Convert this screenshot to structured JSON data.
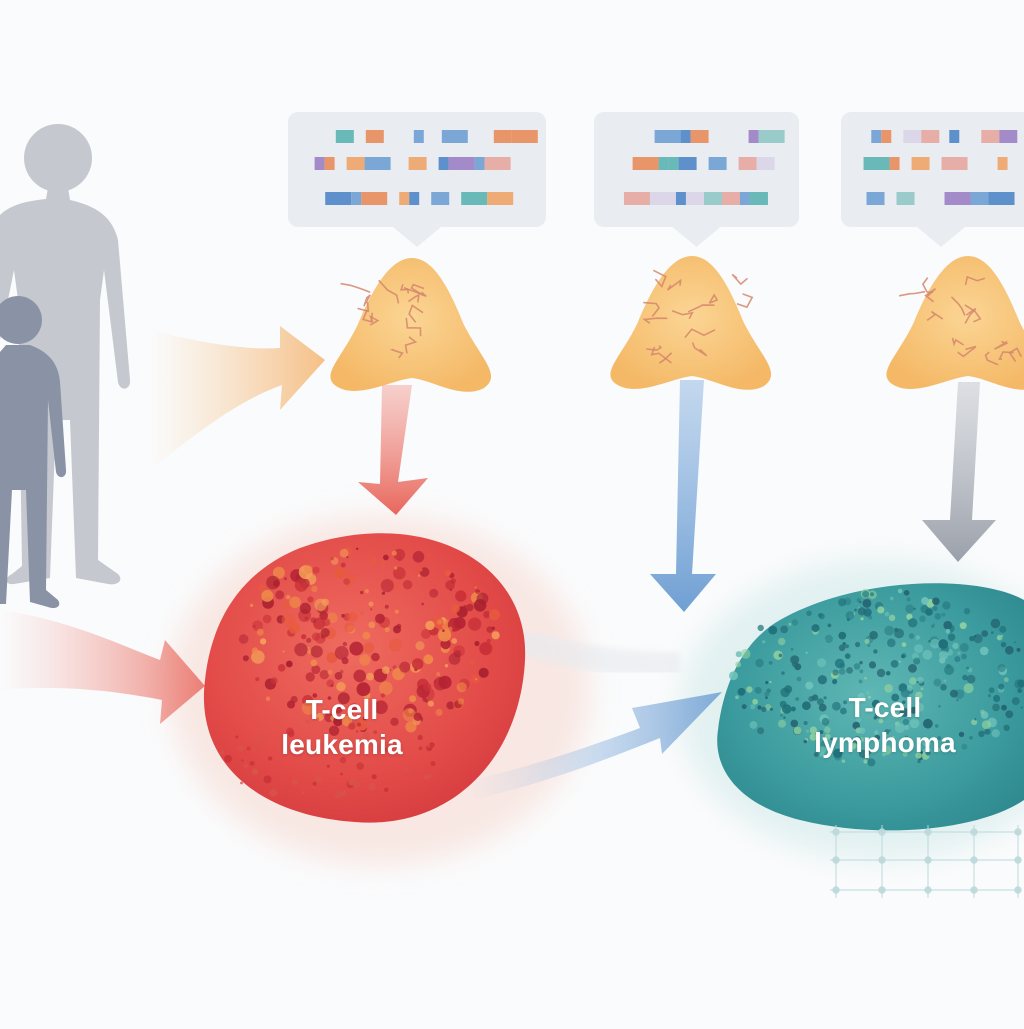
{
  "diagram": {
    "colors": {
      "background": "#fafbfc",
      "adult_silhouette": "#c5c8cf",
      "child_silhouette": "#8a93a6",
      "thymus": "#f6c77a",
      "thymus_vessels": "#d5866b",
      "leukemia": "#e24a48",
      "lymphoma": "#3a9a9d",
      "arrow_orange": "#f4b26a",
      "arrow_red": "#e8675c",
      "arrow_blue": "#6f9fd3",
      "arrow_gray": "#9aa0aa",
      "genomic_panel": "#e9edf2"
    },
    "icons": [
      "adult-person-icon",
      "child-person-icon",
      "thymus-icon",
      "genomic-track-icon",
      "network-grid-icon"
    ],
    "blobs": [
      {
        "id": "leukemia",
        "line1": "T-cell",
        "line2": "leukemia"
      },
      {
        "id": "lymphoma",
        "line1": "T-cell",
        "line2": "lymphoma"
      }
    ],
    "genomic_panels": 3,
    "thymus_count": 3
  }
}
